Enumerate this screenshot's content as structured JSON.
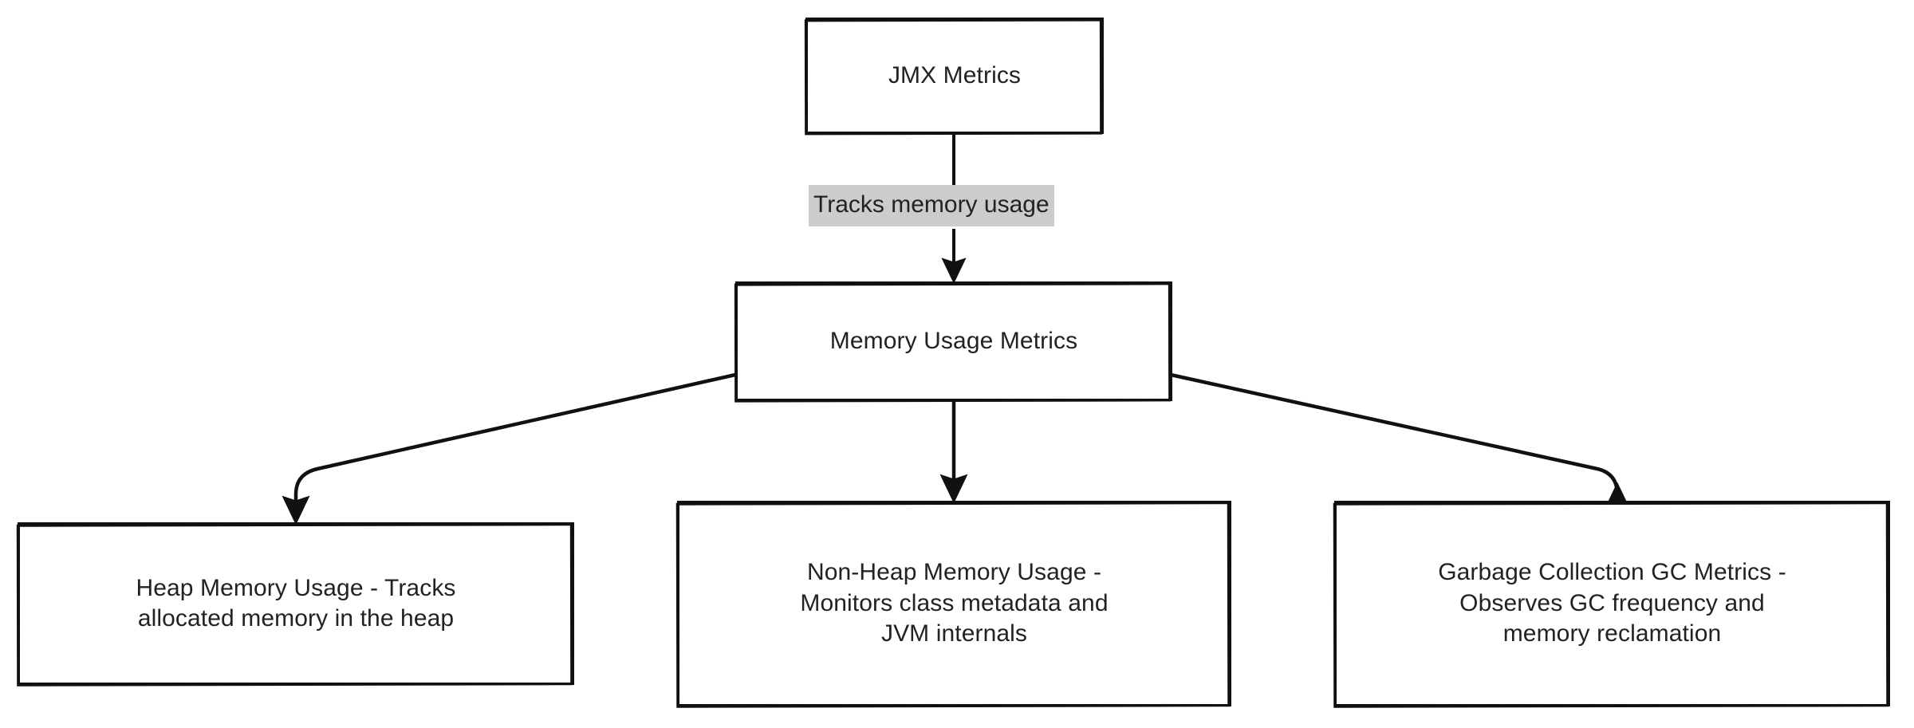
{
  "diagram": {
    "title": "JMX Metrics memory monitoring flowchart",
    "style": "hand-drawn sketch flowchart",
    "background_color": "#ffffff",
    "node_border_color": "#111111",
    "node_fill_color": "#ffffff",
    "text_color": "#222222",
    "edge_label_background": "#cccccc",
    "nodes": [
      {
        "id": "jmx",
        "label": "JMX Metrics",
        "level": 0
      },
      {
        "id": "memory",
        "label": "Memory Usage Metrics",
        "level": 1
      },
      {
        "id": "heap",
        "label": "Heap Memory Usage - Tracks\nallocated memory in the heap",
        "level": 2
      },
      {
        "id": "nonheap",
        "label": "Non-Heap Memory Usage -\nMonitors class metadata and\nJVM internals",
        "level": 2
      },
      {
        "id": "gc",
        "label": "Garbage Collection GC Metrics -\nObserves GC frequency and\nmemory reclamation",
        "level": 2
      }
    ],
    "edges": [
      {
        "id": "jmx-to-memory",
        "from": "jmx",
        "to": "memory",
        "label": "Tracks memory usage",
        "arrow": "end"
      },
      {
        "id": "memory-to-heap",
        "from": "memory",
        "to": "heap",
        "label": "",
        "arrow": "end"
      },
      {
        "id": "memory-to-nonheap",
        "from": "memory",
        "to": "nonheap",
        "label": "",
        "arrow": "end"
      },
      {
        "id": "memory-to-gc",
        "from": "memory",
        "to": "gc",
        "label": "",
        "arrow": "end"
      }
    ]
  }
}
